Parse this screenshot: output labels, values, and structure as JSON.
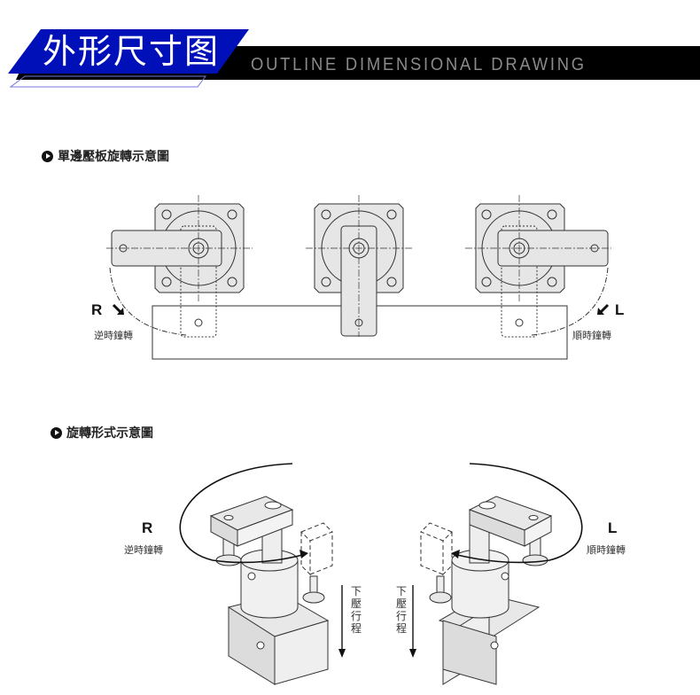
{
  "header": {
    "title": "外形尺寸图",
    "subtitle": "OUTLINE DIMENSIONAL DRAWING",
    "accent_color": "#0010b8"
  },
  "section1": {
    "heading": "單邊壓板旋轉示意圖",
    "left": {
      "letter": "R",
      "label": "逆時鐘轉"
    },
    "right": {
      "letter": "L",
      "label": "順時鐘轉"
    }
  },
  "section2": {
    "heading": "旋轉形式示意圖",
    "left": {
      "letter": "R",
      "label": "逆時鐘轉",
      "stroke_label": "下壓行程"
    },
    "right": {
      "letter": "L",
      "label": "順時鐘轉",
      "stroke_label": "下壓行程"
    }
  }
}
